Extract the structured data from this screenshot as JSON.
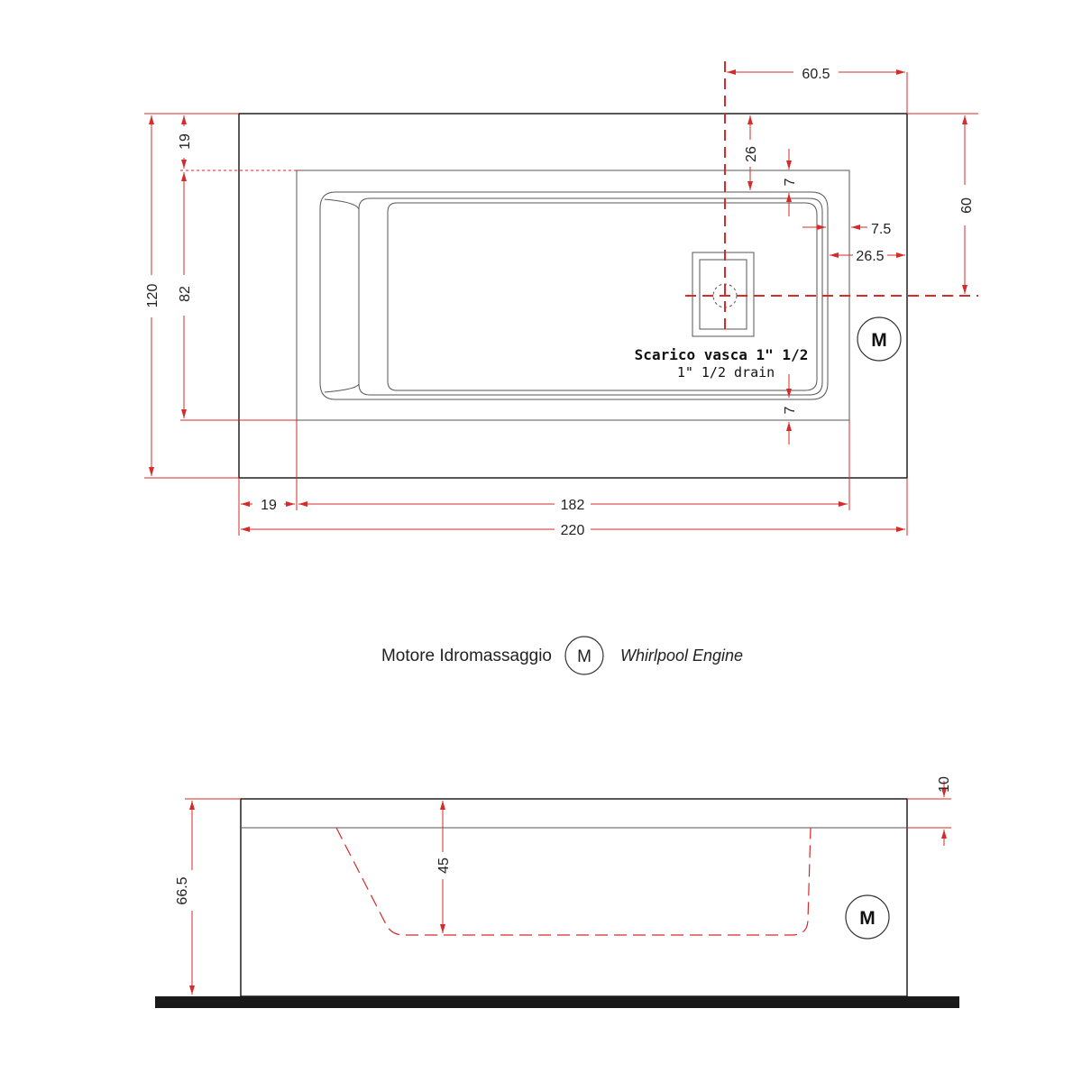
{
  "plan_view": {
    "dims": {
      "width_total": "220",
      "width_inner": "182",
      "left_margin": "19",
      "height_total": "120",
      "height_inner": "82",
      "top_margin": "19",
      "drain_from_right": "60.5",
      "drain_from_top": "60",
      "rim_to_drain": "26",
      "rim_offset_top": "7",
      "rim_offset_bottom": "7",
      "rim_offset_right": "7.5",
      "drain_x": "26.5"
    },
    "drain_label_it": "Scarico vasca 1\" 1/2",
    "drain_label_en": "1\" 1/2  drain",
    "motor_symbol": "M"
  },
  "legend": {
    "label_it": "Motore Idromassaggio",
    "symbol": "M",
    "label_en": "Whirlpool Engine"
  },
  "side_view": {
    "dims": {
      "height_total": "66.5",
      "depth": "45",
      "rim": "10"
    },
    "motor_symbol": "M"
  },
  "colors": {
    "dimension_lines": "#d62b2b",
    "outline": "#111111",
    "floor": "#1a1a1a"
  }
}
